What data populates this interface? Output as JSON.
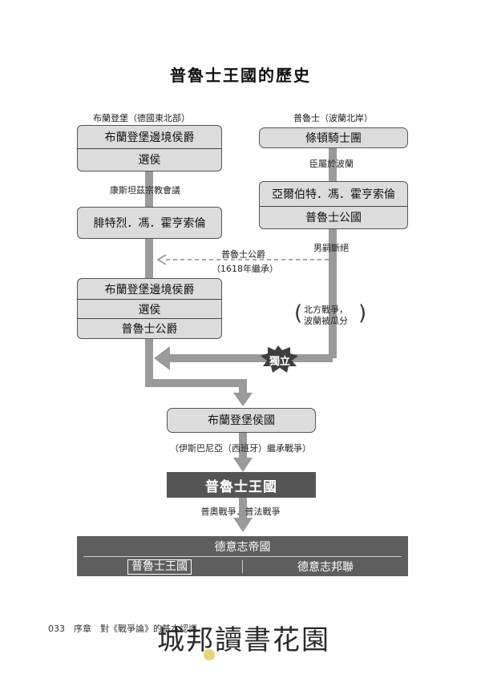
{
  "title": "普魯士王國的歷史",
  "brandenburg_origin": {
    "caption": "布蘭登堡（德國東北部）",
    "line1": "布蘭登堡邊境侯爵",
    "line2": "選侯"
  },
  "prussia_origin": {
    "caption": "普魯士（波蘭北岸）",
    "name": "條頓騎士團"
  },
  "labels": {
    "konstanz": "康斯坦茲宗教會議",
    "vassal_poland": "臣屬於波蘭",
    "male_line_ends": "男嗣斷絕",
    "duchy_inherit_1": "普魯士公爵",
    "duchy_inherit_2": "（1618年繼承）",
    "north_war_1": "北方戰爭，",
    "north_war_2": "波蘭被瓜分",
    "independence": "獨立",
    "spanish_war": "（伊斯巴尼亞（西班牙）繼承戰爭）",
    "wars": "普奧戰爭．普法戰爭"
  },
  "friedrich_box": "腓特烈．馮．霍亨索倫",
  "albrecht_box": {
    "line1": "亞爾伯特．馮．霍亨索倫",
    "line2": "普魯士公國"
  },
  "merged_box": {
    "line1": "布蘭登堡邊境侯爵",
    "line2": "選侯",
    "line3": "普魯士公爵"
  },
  "margraviate": "布蘭登堡侯國",
  "kingdom": "普魯士王國",
  "empire": {
    "title": "德意志帝國",
    "left": "普魯士王國",
    "right": "德意志邦聯"
  },
  "footer": "033　序章　對《戰爭論》的基本認識",
  "watermark": "城邦讀書花園",
  "colors": {
    "arrow": "#9a9a9a",
    "box_fill": "#dcdcdc",
    "dark_bar": "#555555",
    "empire_fill": "#5e5e5e"
  }
}
